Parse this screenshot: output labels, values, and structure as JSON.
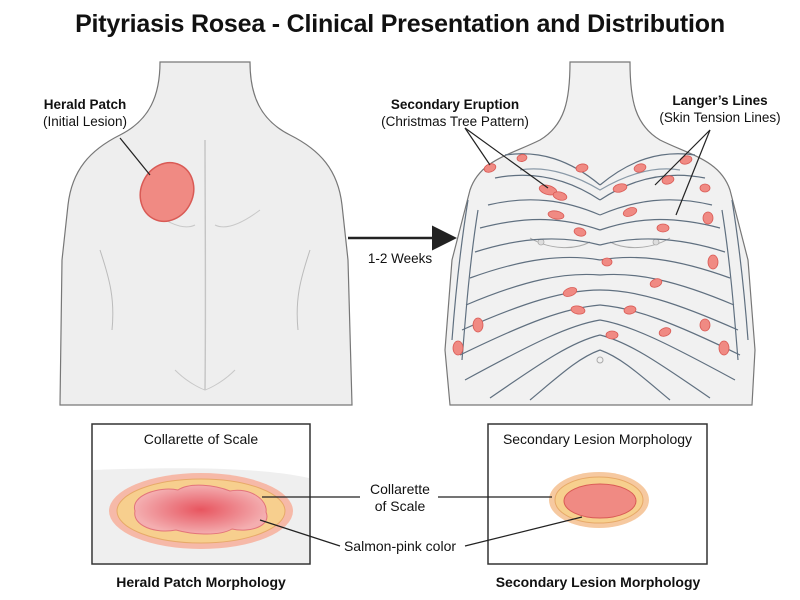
{
  "title": "Pityriasis Rosea - Clinical Presentation and Distribution",
  "herald": {
    "title": "Herald Patch",
    "subtitle": "(Initial Lesion)"
  },
  "secondary": {
    "title": "Secondary Eruption",
    "subtitle": "(Christmas Tree Pattern)"
  },
  "langer": {
    "title": "Langer’s Lines",
    "subtitle": "(Skin Tension Lines)"
  },
  "arrow_label": "1-2 Weeks",
  "left_box": {
    "title": "Collarette of Scale",
    "caption": "Herald Patch Morphology"
  },
  "right_box": {
    "title": "Secondary Lesion Morphology",
    "caption": "Secondary Lesion Morphology"
  },
  "callouts": {
    "collarette_line1": "Collarette",
    "collarette_line2": "of Scale",
    "salmon": "Salmon-pink color"
  },
  "colors": {
    "lesion": "#f08a83",
    "lesion_edge": "#d95a55",
    "skin": "#eeeeee",
    "line": "#556677",
    "collarette": "#f6c98a"
  }
}
